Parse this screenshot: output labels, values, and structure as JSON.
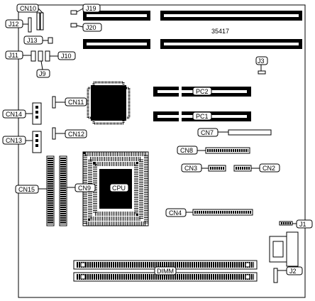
{
  "board": {
    "silkscreen": "35417",
    "labels": {
      "cn10": "CN10",
      "j12": "J12",
      "j13": "J13",
      "j19": "J19",
      "j20": "J20",
      "j11": "J11",
      "j9": "J9",
      "j10": "J10",
      "j3": "J3",
      "cn11": "CN11",
      "cn12": "CN12",
      "cn14": "CN14",
      "cn13": "CN13",
      "pc2": "PC2",
      "pc1": "PC1",
      "cn7": "CN7",
      "cn8": "CN8",
      "cn3": "CN3",
      "cn2": "CN2",
      "cn15": "CN15",
      "cn9": "CN9",
      "cpu": "CPU",
      "cn4": "CN4",
      "j1": "J1",
      "j2": "J2",
      "dimm": "DIMM"
    }
  }
}
